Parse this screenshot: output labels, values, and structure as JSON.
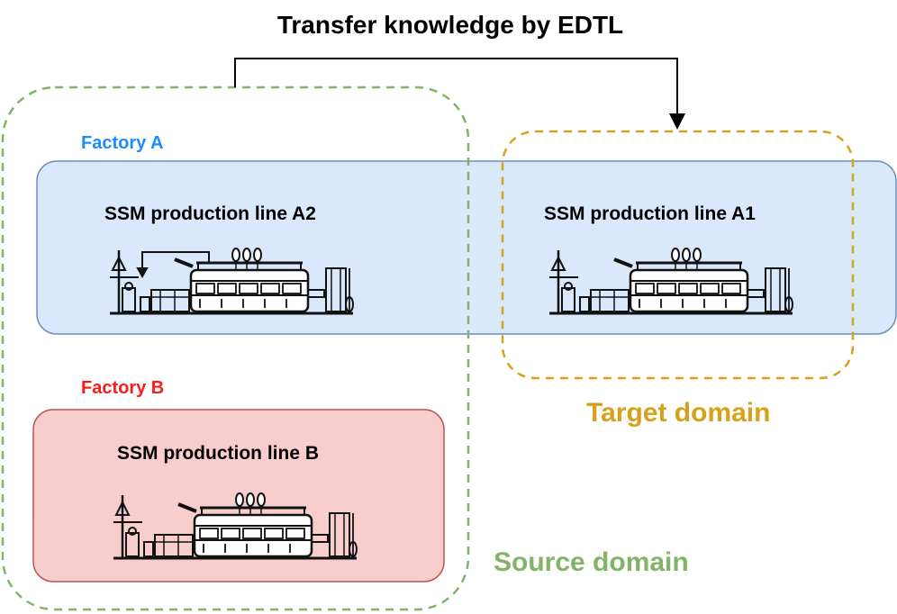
{
  "title": "Transfer knowledge by EDTL",
  "factories": {
    "a": {
      "label": "Factory A",
      "color": "#1a8cff",
      "fill": "#dae8fc",
      "stroke": "#6c8ebf"
    },
    "b": {
      "label": "Factory B",
      "color": "#ff1a1a",
      "fill": "#f8cecc",
      "stroke": "#b85450"
    }
  },
  "lines": {
    "a2": "SSM production line A2",
    "a1": "SSM production line A1",
    "b": "SSM production line B"
  },
  "domains": {
    "source": {
      "label": "Source domain",
      "color": "#82b366"
    },
    "target": {
      "label": "Target domain",
      "color": "#d6a21c"
    }
  }
}
